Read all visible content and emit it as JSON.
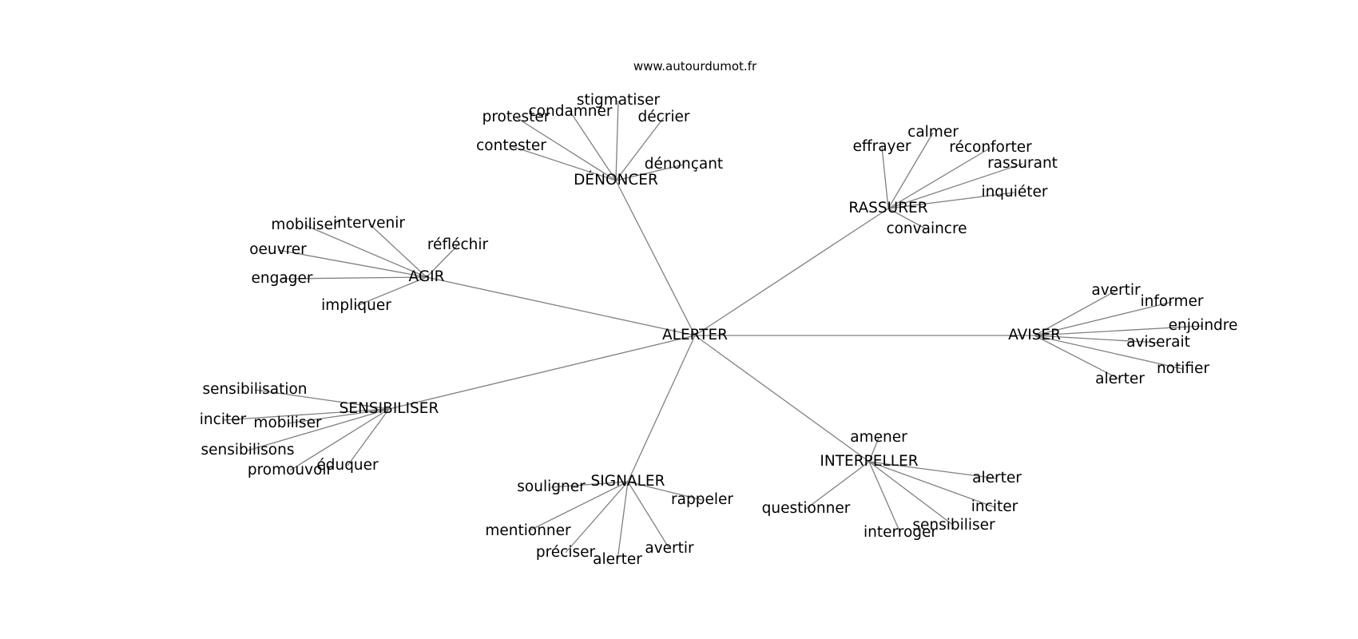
{
  "source": "www.autourdumot.fr",
  "graph": {
    "center": "ALERTER",
    "hubs": [
      {
        "label": "DÉNONCER",
        "leaves": [
          "stigmatiser",
          "condamner",
          "protester",
          "décrier",
          "contester",
          "dénonçant"
        ]
      },
      {
        "label": "RASSURER",
        "leaves": [
          "calmer",
          "effrayer",
          "réconforter",
          "rassurant",
          "inquiéter",
          "convaincre"
        ]
      },
      {
        "label": "AGIR",
        "leaves": [
          "mobiliser",
          "intervenir",
          "réfléchir",
          "oeuvrer",
          "engager",
          "impliquer"
        ]
      },
      {
        "label": "AVISER",
        "leaves": [
          "avertir",
          "informer",
          "enjoindre",
          "aviserait",
          "notifier",
          "alerter"
        ]
      },
      {
        "label": "SENSIBILISER",
        "leaves": [
          "sensibilisation",
          "inciter",
          "mobiliser",
          "sensibilisons",
          "promouvoir",
          "éduquer"
        ]
      },
      {
        "label": "SIGNALER",
        "leaves": [
          "souligner",
          "rappeler",
          "mentionner",
          "préciser",
          "alerter",
          "avertir"
        ]
      },
      {
        "label": "INTERPELLER",
        "leaves": [
          "amener",
          "alerter",
          "questionner",
          "inciter",
          "sensibiliser",
          "interroger"
        ]
      }
    ]
  }
}
